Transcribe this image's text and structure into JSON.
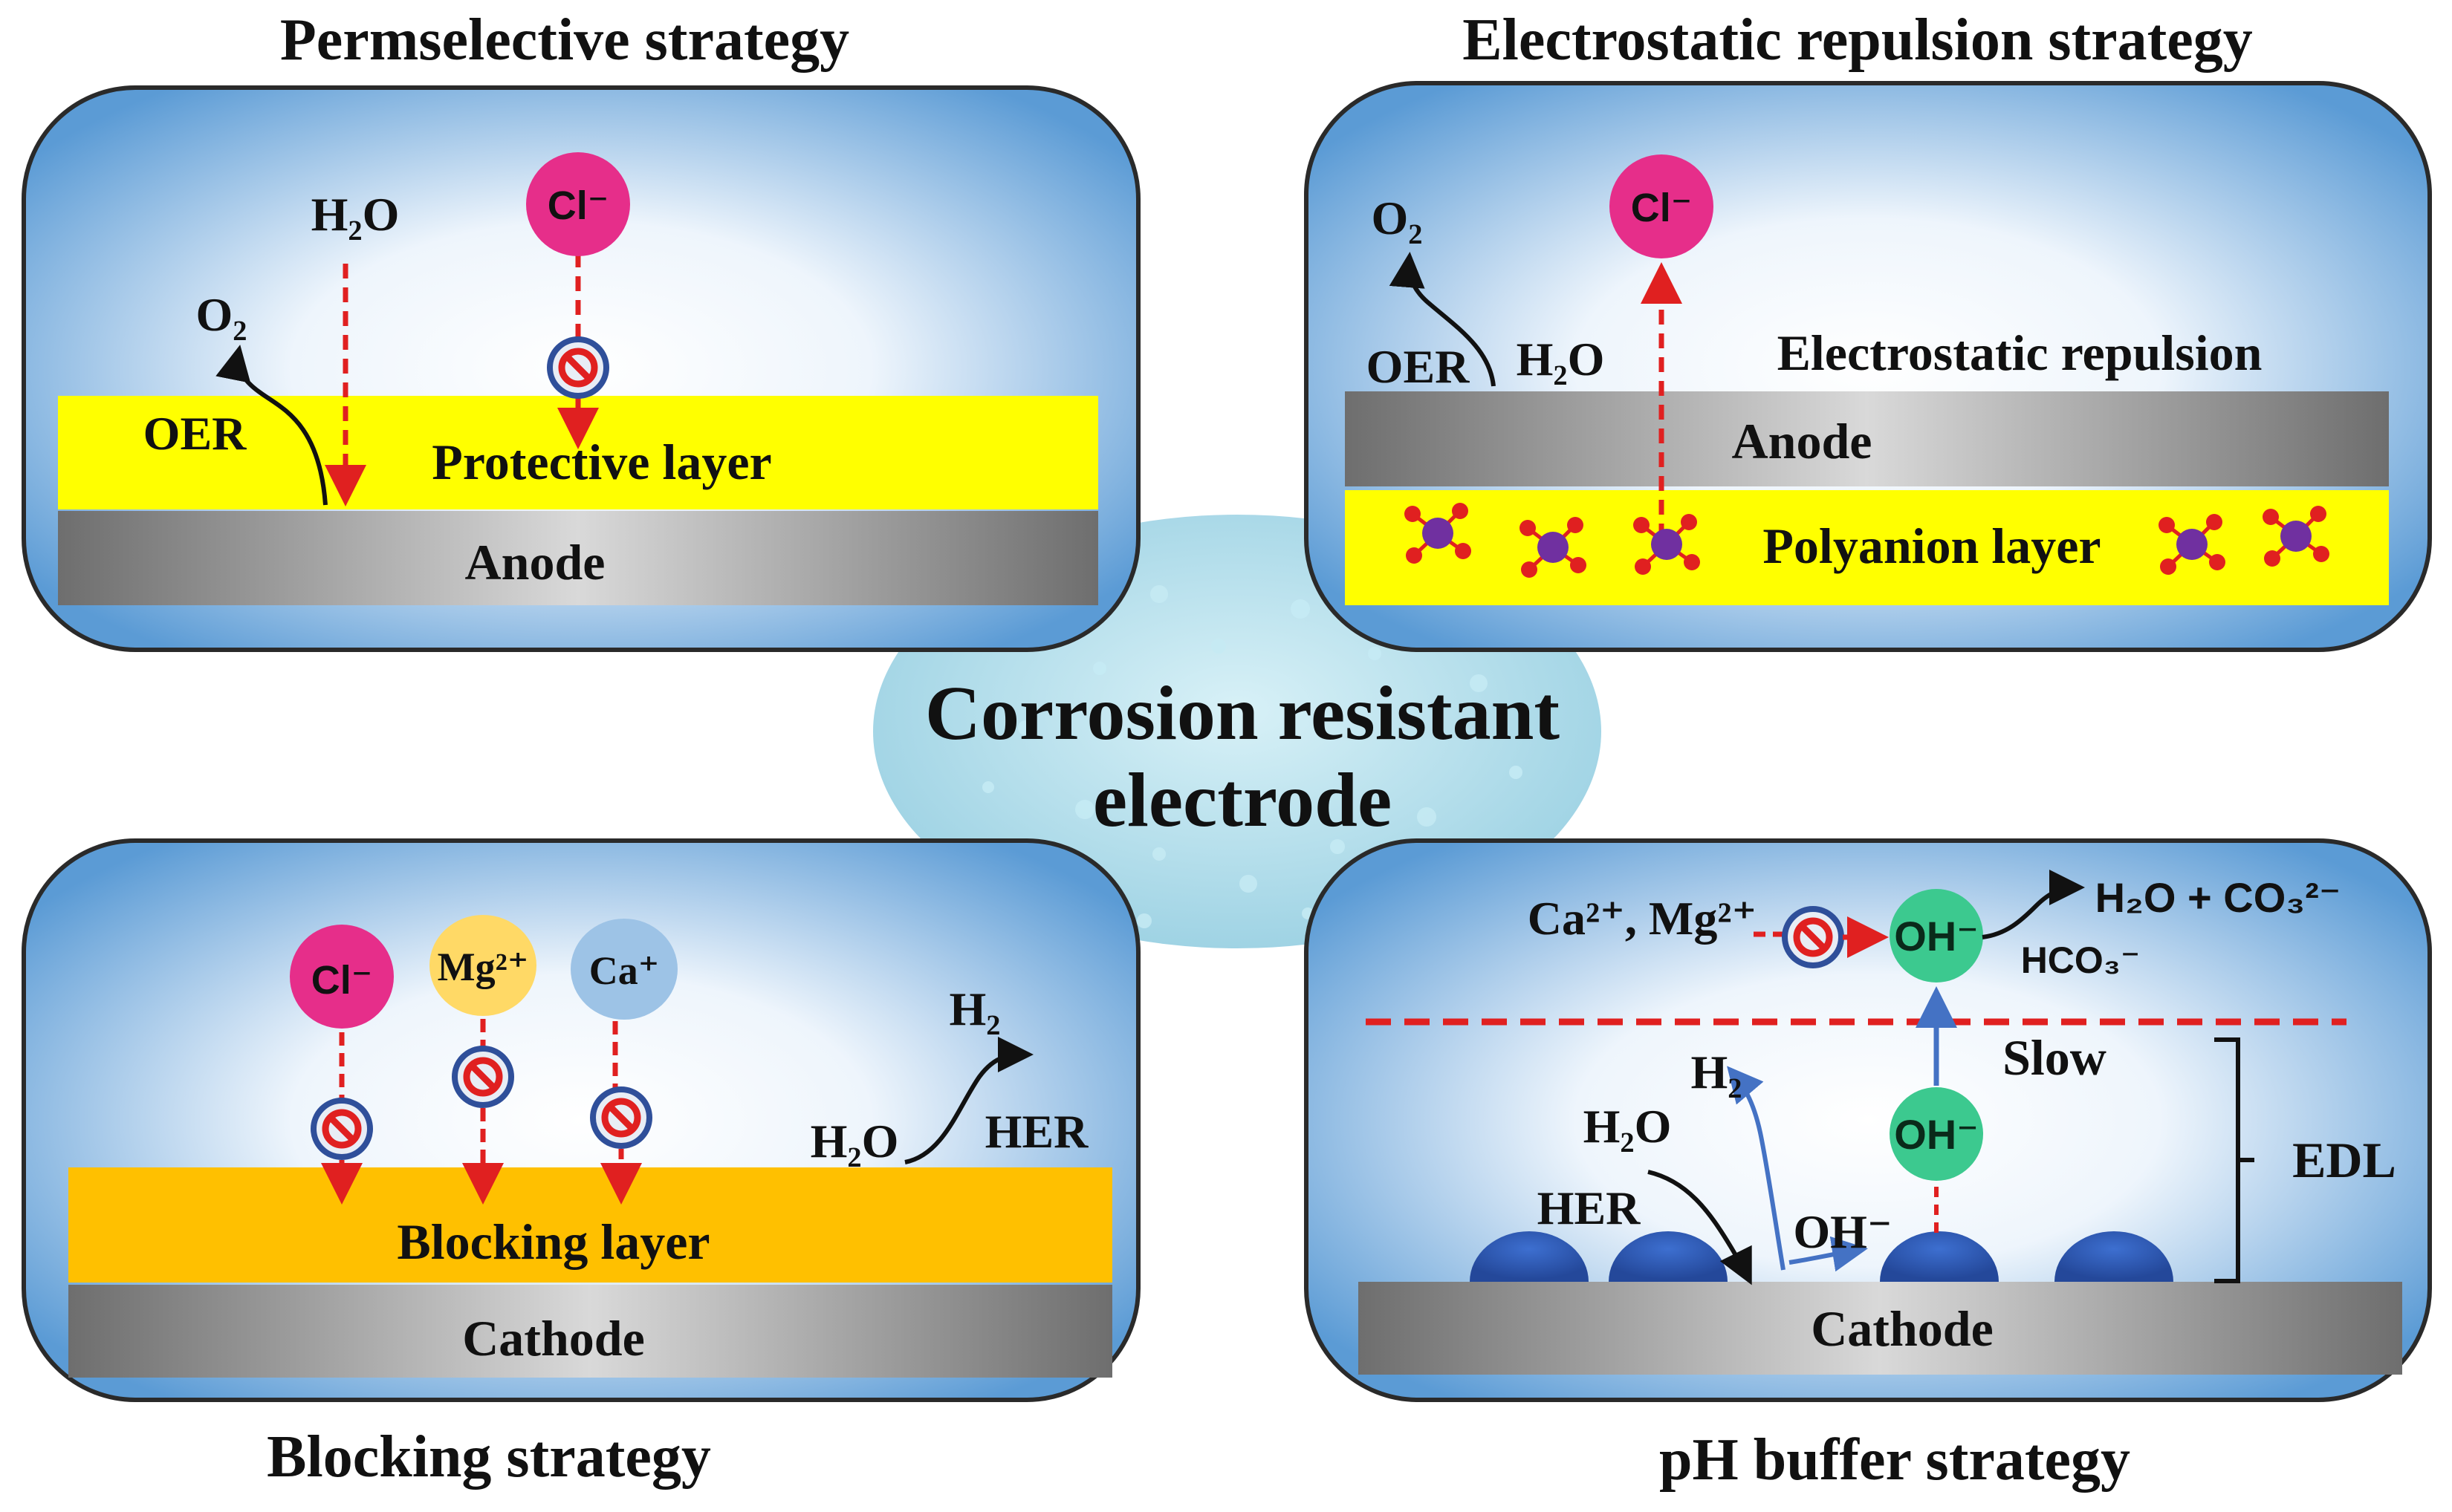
{
  "colors": {
    "panel_blue": "#5b9bd5",
    "protective_layer": "#ffff00",
    "blocking_layer": "#ffc000",
    "electrode_gray": "#808080",
    "chloride_ion": "#e62e8a",
    "mg_ion": "#ffd966",
    "ca_ion": "#9dc3e6",
    "hydroxide_ion": "#3cc98f",
    "polyanion_core": "#7030a0",
    "polyanion_end": "#e02020",
    "arrow_red": "#e02020",
    "arrow_blue": "#4472c4"
  },
  "center": {
    "line1": "Corrosion resistant",
    "line2": "electrode"
  },
  "permselective": {
    "title": "Permselective strategy",
    "water": "H₂O",
    "chloride": "Cl⁻",
    "oxygen": "O₂",
    "oer": "OER",
    "layer": "Protective layer",
    "electrode": "Anode",
    "no_entry_icon": "no-entry-icon"
  },
  "electrostatic": {
    "title": "Electrostatic repulsion strategy",
    "oxygen": "O₂",
    "oer": "OER",
    "water": "H₂O",
    "chloride": "Cl⁻",
    "repulsion": "Electrostatic repulsion",
    "electrode": "Anode",
    "layer": "Polyanion layer",
    "polyanion_icon": "polyanion-molecule-icon"
  },
  "blocking": {
    "title": "Blocking strategy",
    "chloride": "Cl⁻",
    "magnesium": "Mg²⁺",
    "calcium": "Ca⁺",
    "hydrogen": "H₂",
    "water": "H₂O",
    "her": "HER",
    "layer": "Blocking layer",
    "electrode": "Cathode",
    "no_entry_icon": "no-entry-icon"
  },
  "ph_buffer": {
    "title": "pH buffer strategy",
    "ions": "Ca²⁺, Mg²⁺",
    "hydroxide": "OH⁻",
    "products": "H₂O + CO₃²⁻",
    "bicarbonate": "HCO₃⁻",
    "slow": "Slow",
    "hydrogen": "H₂",
    "water": "H₂O",
    "her": "HER",
    "oh_small": "OH⁻",
    "edl": "EDL",
    "electrode": "Cathode",
    "no_entry_icon": "no-entry-icon"
  }
}
